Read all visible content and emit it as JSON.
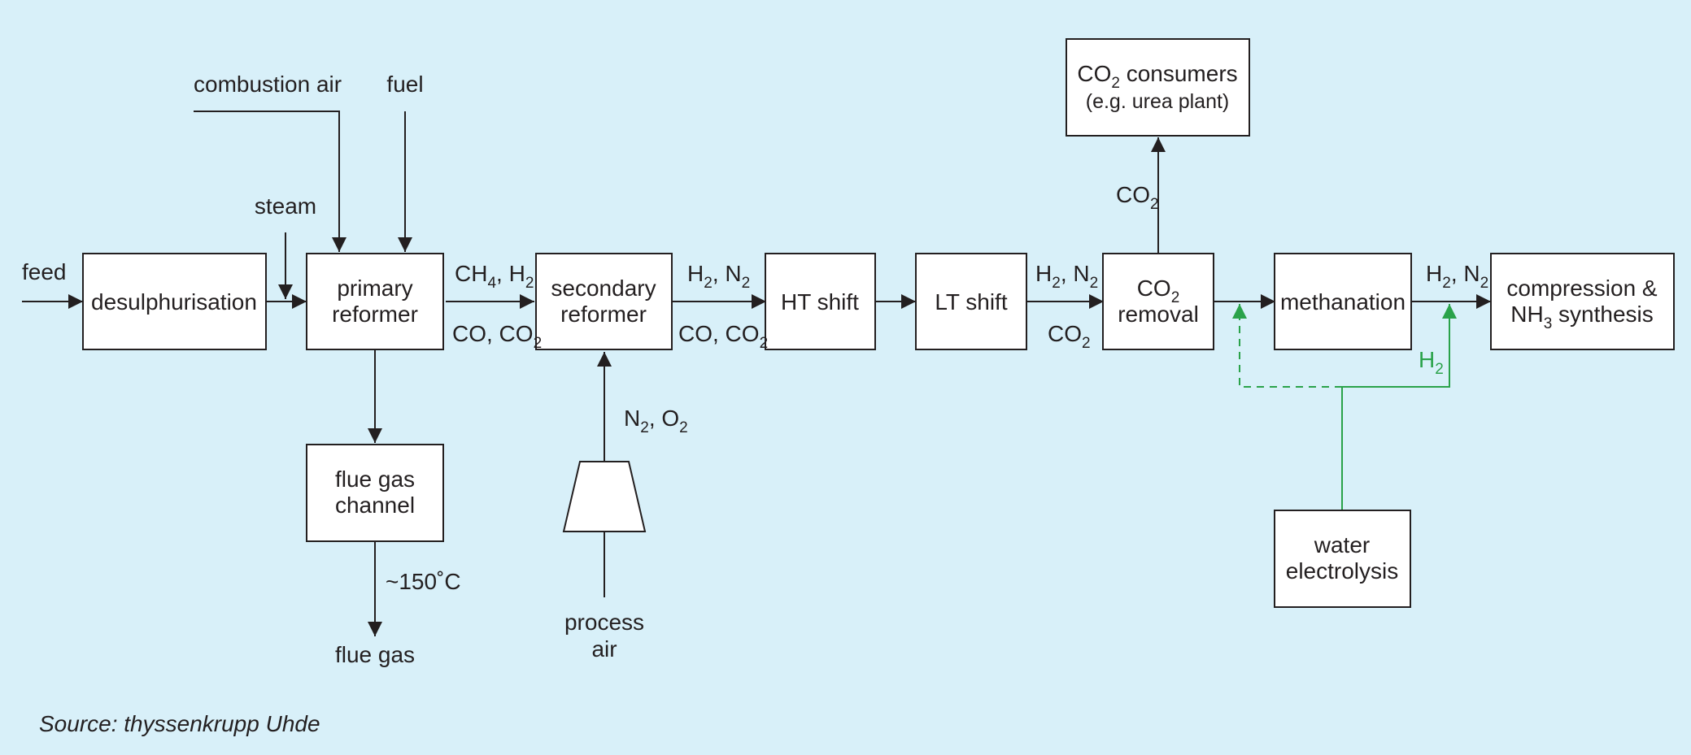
{
  "colors": {
    "background": "#d8f0f9",
    "line": "#231f20",
    "box": "#ffffff",
    "hydrogen": "#2aa24a"
  },
  "boxes": {
    "desulphurisation": "desulphurisation",
    "primary_reformer": [
      "primary",
      "reformer"
    ],
    "secondary_reformer": [
      "secondary",
      "reformer"
    ],
    "ht_shift": "HT shift",
    "lt_shift": "LT shift",
    "co2_removal": {
      "line1": "CO",
      "line1_sub": "2",
      "line2": "removal"
    },
    "methanation": "methanation",
    "compression": {
      "line1": "compression &",
      "line2_a": "NH",
      "line2_sub": "3",
      "line2_b": " synthesis"
    },
    "flue_gas_channel": [
      "flue gas",
      "channel"
    ],
    "co2_consumers": {
      "line1_a": "CO",
      "line1_sub": "2",
      "line1_b": " consumers",
      "line2": "(e.g. urea plant)"
    },
    "water_electrolysis": [
      "water",
      "electrolysis"
    ]
  },
  "inputs": {
    "feed": "feed",
    "combustion_air": "combustion air",
    "fuel": "fuel",
    "steam": "steam",
    "process_air": [
      "process",
      "air"
    ]
  },
  "outputs": {
    "flue_gas": "flue gas",
    "flue_temp": "~150˚C"
  },
  "streams": {
    "s1_top": {
      "a": "CH",
      "a_sub": "4",
      "b": ", H",
      "b_sub": "2"
    },
    "s1_bottom": {
      "a": "CO, CO",
      "a_sub": "2"
    },
    "s2_top": {
      "a": "H",
      "a_sub": "2",
      "b": ", N",
      "b_sub": "2"
    },
    "s2_bottom": {
      "a": "CO, CO",
      "a_sub": "2"
    },
    "s3_top": {
      "a": "H",
      "a_sub": "2",
      "b": ", N",
      "b_sub": "2"
    },
    "s3_bottom": {
      "a": "CO",
      "a_sub": "2"
    },
    "s4_top": {
      "a": "H",
      "a_sub": "2",
      "b": ", N",
      "b_sub": "2"
    },
    "air": {
      "a": "N",
      "a_sub": "2",
      "b": ", O",
      "b_sub": "2"
    },
    "co2_up": {
      "a": "CO",
      "a_sub": "2"
    },
    "h2_green": {
      "a": "H",
      "a_sub": "2"
    }
  },
  "source": "Source: thyssenkrupp Uhde"
}
